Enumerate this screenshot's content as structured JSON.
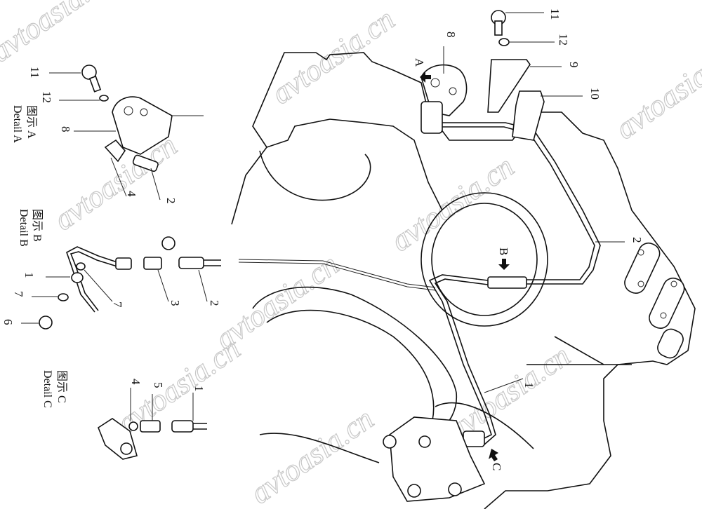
{
  "diagram": {
    "type": "exploded-parts-diagram",
    "orientation": "rotated-90",
    "watermark": "avtoasia.cn",
    "details": [
      {
        "id": "A",
        "caption_cn": "图示 A",
        "caption_en": "Detail A",
        "callouts": [
          "11",
          "12",
          "8",
          "4",
          "2"
        ]
      },
      {
        "id": "B",
        "caption_cn": "图示 B",
        "caption_en": "Detail B",
        "callouts": [
          "1",
          "7",
          "6",
          "7",
          "3",
          "2"
        ]
      },
      {
        "id": "C",
        "caption_cn": "图示 C",
        "caption_en": "Detail C",
        "callouts": [
          "4",
          "5",
          "1"
        ]
      }
    ],
    "main_callouts": [
      "11",
      "12",
      "8",
      "9",
      "10",
      "2",
      "1"
    ],
    "view_markers": [
      "A",
      "B",
      "C"
    ],
    "labels": {
      "a11": "11",
      "a12": "12",
      "a8": "8",
      "a4": "4",
      "a2": "2",
      "b1": "1",
      "b7a": "7",
      "b6": "6",
      "b7b": "7",
      "b3": "3",
      "b2": "2",
      "c4": "4",
      "c5": "5",
      "c1": "1",
      "m11": "11",
      "m12": "12",
      "m8": "8",
      "m9": "9",
      "m10": "10",
      "m2": "2",
      "m1": "1",
      "vA": "A",
      "vB": "B",
      "vC": "C",
      "capA_cn": "图示 A",
      "capA_en": "Detail A",
      "capB_cn": "图示 B",
      "capB_en": "Detail B",
      "capC_cn": "图示 C",
      "capC_en": "Detail C",
      "wm": "avtoasia.cn"
    }
  }
}
